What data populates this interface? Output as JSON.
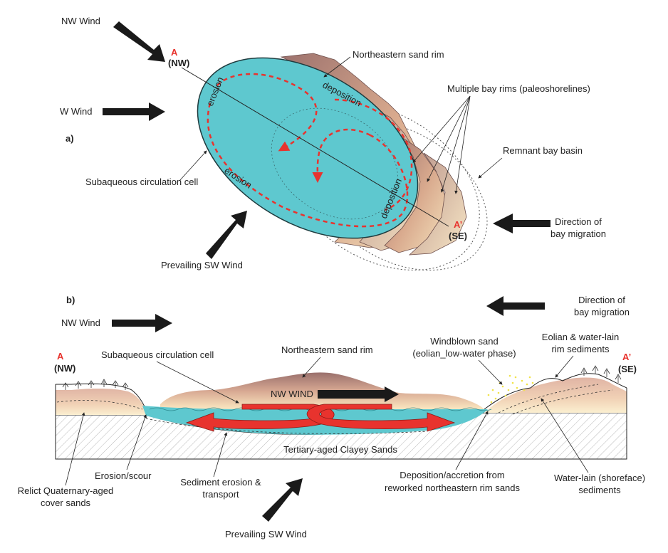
{
  "panel_a": {
    "label": "a)",
    "section_start_letter": "A",
    "section_start_dir": "(NW)",
    "section_end_letter": "A’",
    "section_end_dir": "(SE)",
    "nw_wind": "NW Wind",
    "w_wind": "W Wind",
    "prevailing_sw_wind": "Prevailing SW Wind",
    "northeastern_rim": "Northeastern sand rim",
    "multiple_rims": "Multiple bay rims (paleoshorelines)",
    "remnant_basin": "Remnant bay basin",
    "circulation_cell": "Subaqueous circulation cell",
    "migration_line1": "Direction of",
    "migration_line2": "bay migration",
    "erosion_top": "erosion",
    "erosion_bottom": "erosion",
    "deposition_top": "deposition",
    "deposition_right": "deposition"
  },
  "panel_b": {
    "label": "b)",
    "nw_wind": "NW Wind",
    "migration_line1": "Direction of",
    "migration_line2": "bay migration",
    "start_letter": "A",
    "start_dir": "(NW)",
    "end_letter": "A’",
    "end_dir": "(SE)",
    "circulation_cell": "Subaqueous circulation cell",
    "northeastern_rim": "Northeastern sand rim",
    "windblown_line1": "Windblown sand",
    "windblown_line2": "(eolian_low-water phase)",
    "eolian_line1": "Eolian & water-lain",
    "eolian_line2": "rim sediments",
    "nw_wind_inset": "NW WIND",
    "tertiary": "Tertiary-aged Clayey Sands",
    "erosion_scour": "Erosion/scour",
    "relict_line1": "Relict Quaternary-aged",
    "relict_line2": "cover sands",
    "sediment_line1": "Sediment erosion &",
    "sediment_line2": "transport",
    "deposition_line1": "Deposition/accretion from",
    "deposition_line2": "reworked northeastern rim sands",
    "waterlain_line1": "Water-lain (shoreface)",
    "waterlain_line2": "sediments",
    "prevailing_sw_wind": "Prevailing SW Wind"
  },
  "colors": {
    "water": "#5ec8cf",
    "rim_dark": "#a77e7a",
    "rim_light": "#f4dcb0",
    "arrow": "#1a1a1a",
    "circulation": "#e8332e"
  }
}
